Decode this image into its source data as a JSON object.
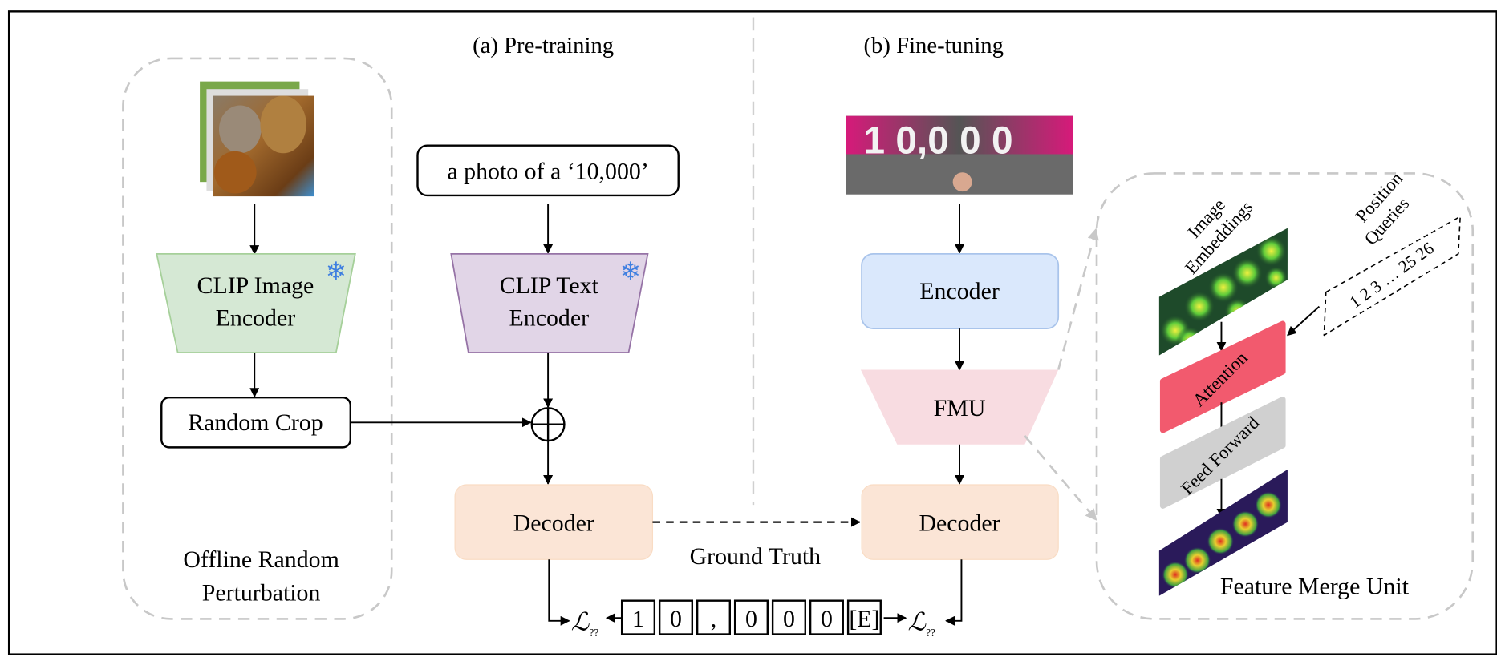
{
  "titles": {
    "pretraining": "(a) Pre-training",
    "finetuning": "(b) Fine-tuning"
  },
  "pretraining": {
    "prompt": "a photo of a ‘10,000’",
    "clip_image_encoder": [
      "CLIP Image",
      "Encoder"
    ],
    "clip_text_encoder": [
      "CLIP Text",
      "Encoder"
    ],
    "random_crop": "Random Crop",
    "perturbation_group": [
      "Offline Random",
      "Perturbation"
    ],
    "decoder": "Decoder",
    "frozen_icon": "snowflake-icon"
  },
  "finetuning": {
    "encoder": "Encoder",
    "fmu": "FMU",
    "decoder": "Decoder"
  },
  "ground_truth": {
    "label": "Ground Truth",
    "tokens": [
      "1",
      "0",
      ",",
      "0",
      "0",
      "0",
      "[E]"
    ],
    "loss_symbol": "ℒ",
    "loss_subscript": "??"
  },
  "fmu_detail": {
    "title": "Feature Merge Unit",
    "image_embeddings": [
      "Image",
      "Embeddings"
    ],
    "position_queries": [
      "Position",
      "Queries"
    ],
    "queries_sequence": "1  2  3 …  25 26",
    "attention": "Attention",
    "feed_forward": "Feed Forward"
  },
  "colors": {
    "clip_image": "#d5e8d4",
    "clip_text": "#e1d5e7",
    "decoder": "#fbe5d6",
    "encoder": "#dae8fc",
    "fmu": "#f8dce1",
    "attention": "#f25a6e",
    "feed_forward": "#d0d0d0",
    "snowflake": "#3f7fe0"
  }
}
